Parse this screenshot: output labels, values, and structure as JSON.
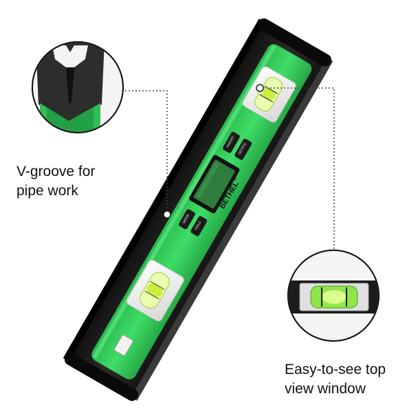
{
  "brand": {
    "name": "BETHEL",
    "trademark": "™"
  },
  "buttons": {
    "on_off": "ON/OFF",
    "setfix": "SET/FIX",
    "mode": "MODE",
    "hold": "HOLD"
  },
  "callouts": {
    "groove": {
      "line1": "V-groove for",
      "line2": "pipe work"
    },
    "window": {
      "line1": "Easy-to-see top",
      "line2": "view window"
    }
  },
  "colors": {
    "body_green": "#33d05c",
    "frame_black": "#1b1b1b",
    "vial_liquid": "#c9f03a",
    "lcd_green": "#2f7d3c",
    "leader_line": "#444444"
  },
  "icons": {
    "groove_detail": "v-groove-closeup-icon",
    "window_detail": "bubble-vial-closeup-icon"
  }
}
